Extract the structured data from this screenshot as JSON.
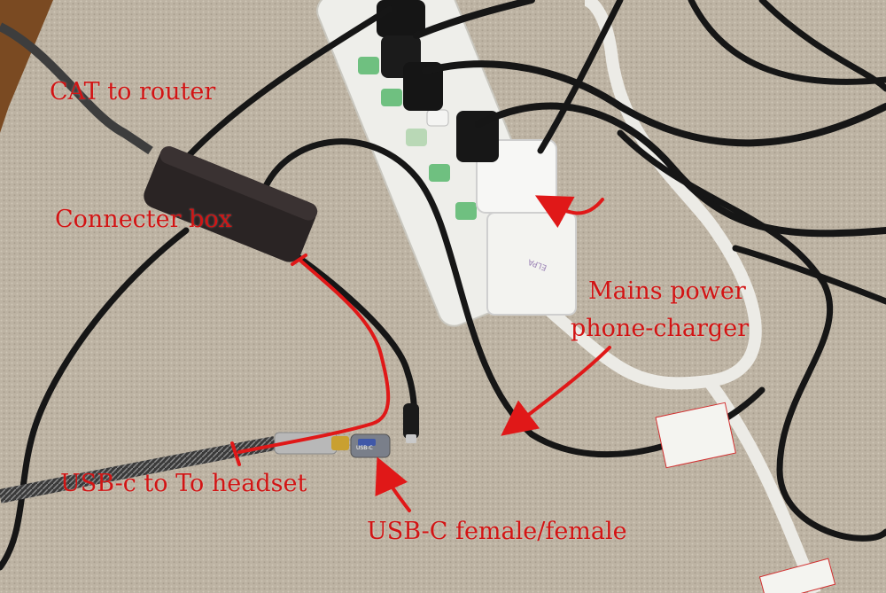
{
  "annotations": {
    "cat_to_router": "CAT to router",
    "connecter_box": "Connecter box",
    "mains_power": "Mains power",
    "phone_charger": "phone-charger",
    "usb_c_to_headset": "USB-c to To headset",
    "usb_c_female": "USB-C female/female"
  },
  "printed_text": {
    "strip_brand": "ELPA",
    "adapter_label": "USB-C"
  },
  "colors": {
    "annotation_red": "#d21414",
    "carpet": "#bdb3a3",
    "power_strip": "#eeeeea",
    "cable_black": "#161616"
  }
}
